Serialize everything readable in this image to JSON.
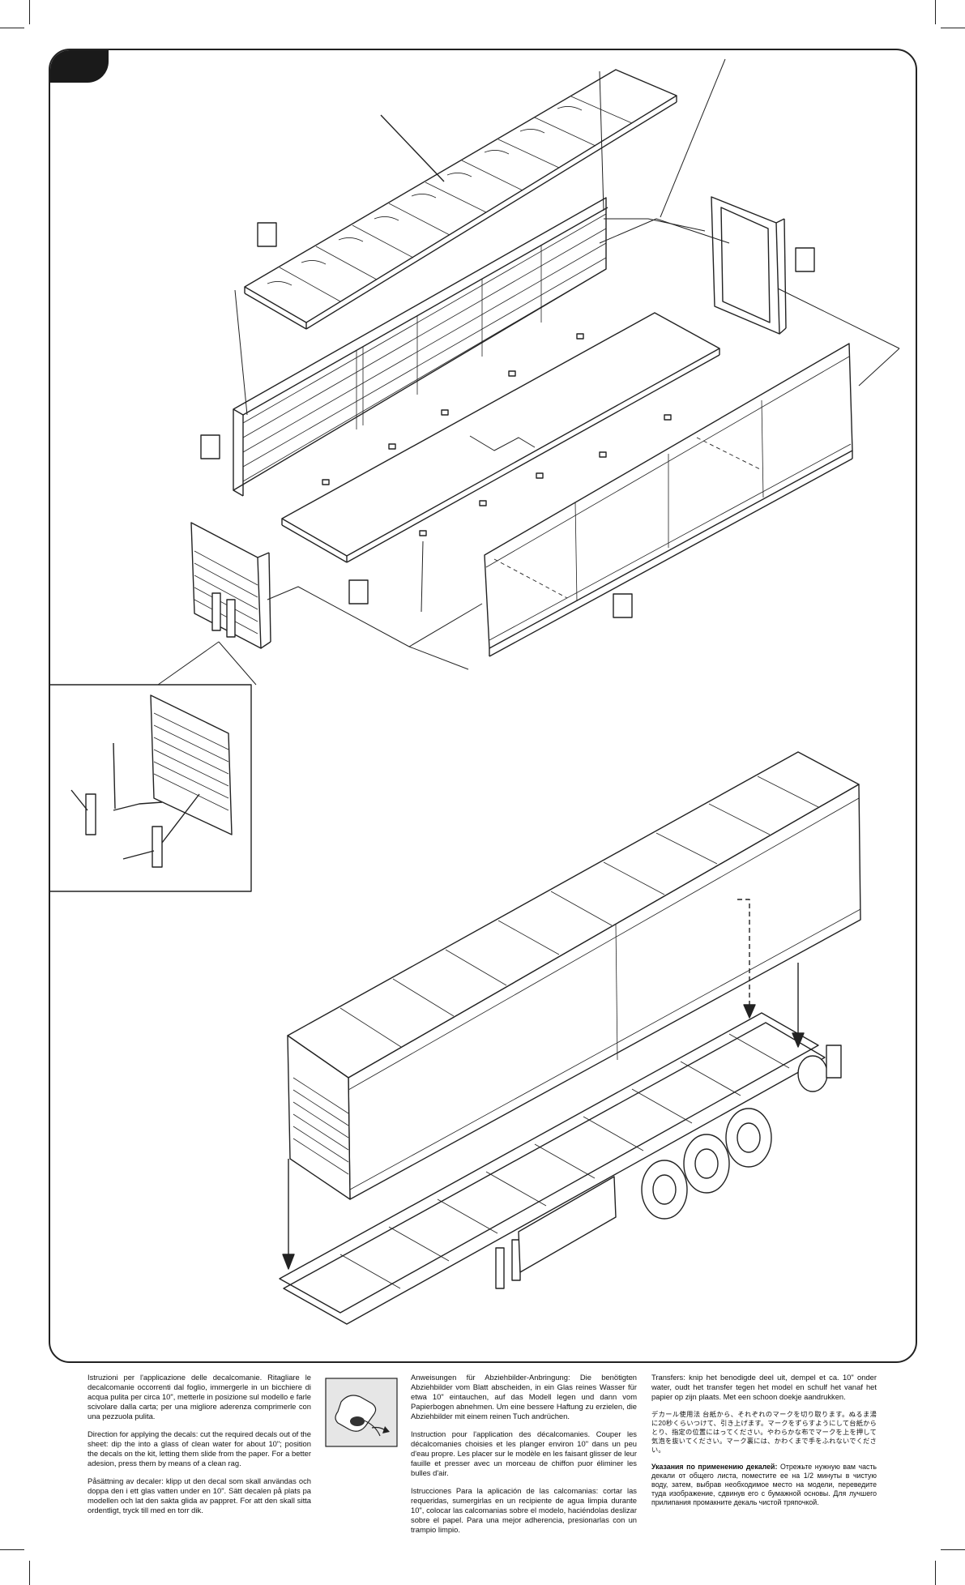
{
  "instructions": {
    "it": "Istruzioni per l'applicazione delle decalcomanie. Ritagliare le decalcomanie occorrenti dal foglio, immergerle in un bicchiere di acqua pulita per circa 10\", metterle in posizione sul modello e farle scivolare dalla carta; per una migliore aderenza comprimerle con una pezzuola pulita.",
    "en": "Direction for applying the decals: cut the required decals out of the sheet: dip the into a glass of clean water for about 10\"; position the decals on the kit, letting them slide from the paper. For a better adesion, press them by means of a clean rag.",
    "sv": "Påsättning av decaler: klipp ut den decal som skall användas och doppa den i ett glas vatten under en 10\". Sätt decalen på plats pa modellen och lat den sakta glida av pappret. For att den skall sitta ordentligt, tryck till med en torr dik.",
    "de": "Anweisungen für Abziehbilder-Anbringung: Die benötigten Abziehbilder vom Blatt abscheiden, in ein Glas reines Wasser für etwa 10\" eintauchen, auf das Modell legen und dann vom Papierbogen abnehmen. Um eine bessere Haftung zu erzielen, die Abziehbilder mit einem reinen Tuch andrüchen.",
    "fr": "Instruction pour l'application des décalcomanies. Couper les décalcomanies choisies et les planger environ 10\" dans un peu d'eau propre. Les placer sur le modèle en les faisant glisser de leur fauille et presser avec un morceau de chiffon puor éliminer les bulles d'air.",
    "es": "Istrucciones Para la aplicación de las calcomanias: cortar las requeridas, sumergirlas en un recipiente de agua limpia durante 10\", colocar las calcomanias sobre el modelo, haciéndolas deslizar sobre el papel. Para una mejor adherencia, presionarlas con un trampio limpio.",
    "nl": "Transfers: knip het benodigde deel uit, dempel et ca. 10\" onder water, oudt het transfer tegen het model en schulf het vanaf het papier op zijn plaats. Met een schoon doekje aandrukken.",
    "ja": "デカール使用法 台紙から、それぞれのマークを切り取ります。ぬるま湯に20秒くらいつけて、引き上げます。マークをずらすようにして台紙からとり、指定の位置にはってください。やわらかな布でマークを上を押して気泡を抜いてください。マーク裏には、かわくまで手をふれないでください。",
    "ru_title": "Указания по применению декалей:",
    "ru": "Отрежьте нужную вам часть декали от общего листа, поместите ее на 1/2 минуты в чистую воду, затем, выбрав необходимое место на модели, переведите туда изображение, сдвинув его с бумажной основы. Для лучшего прилипания промакните декаль чистой тряпочкой."
  }
}
